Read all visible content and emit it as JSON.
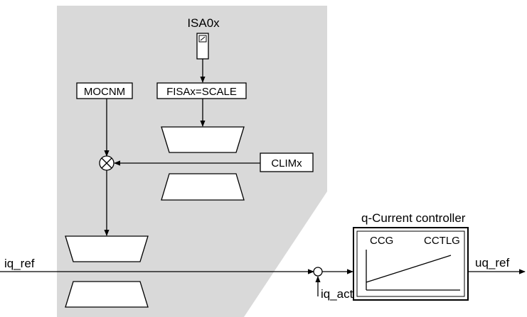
{
  "diagram": {
    "source_label": "ISA0x",
    "blocks": {
      "mocnm": "MOCNM",
      "fisa": "FISAx=SCALE",
      "climx": "CLIMx"
    },
    "controller": {
      "title": "q-Current controller",
      "gain_label": "CCG",
      "time_label": "CCTLG"
    },
    "signals": {
      "input": "iq_ref",
      "feedback": "iq_act",
      "output": "uq_ref"
    }
  }
}
